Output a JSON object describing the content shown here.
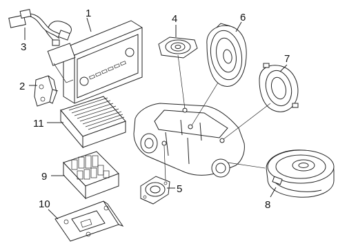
{
  "callouts": {
    "c1": "1",
    "c2": "2",
    "c3": "3",
    "c4": "4",
    "c5": "5",
    "c6": "6",
    "c7": "7",
    "c8": "8",
    "c9": "9",
    "c10": "10",
    "c11": "11"
  },
  "colors": {
    "line": "#222222",
    "background": "#ffffff"
  }
}
